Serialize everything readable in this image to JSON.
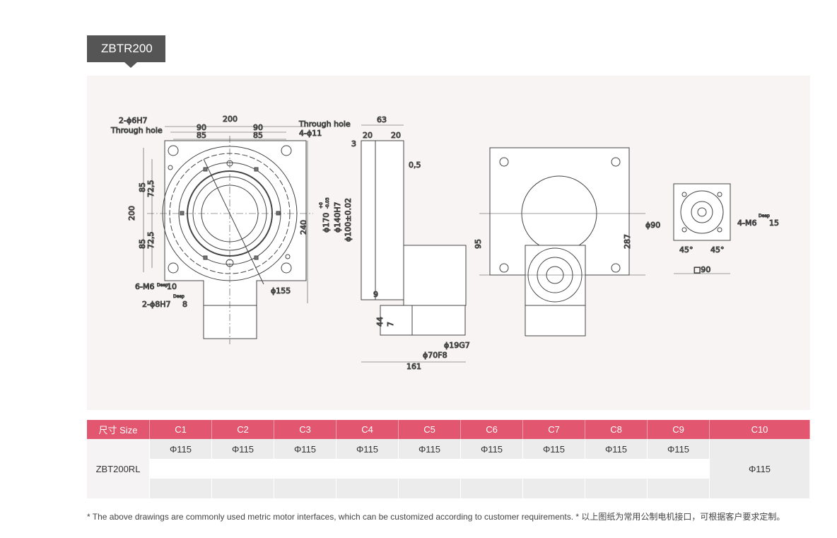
{
  "title": "ZBTR200",
  "drawing": {
    "front": {
      "d200_top": "200",
      "d90_l": "90",
      "d90_r": "90",
      "d85_l": "85",
      "d85_r": "85",
      "d200_left": "200",
      "d85_up": "85",
      "d725_up": "72,5",
      "d85_dn": "85",
      "d725_dn": "72,5",
      "d240": "240",
      "pin_holes": "2-ϕ6H7",
      "pin_through": "Through hole",
      "thru_label": "Through hole",
      "holes11": "4-ϕ11",
      "m6": "6-M6",
      "m6_deep": "Deep",
      "m6_depth": "10",
      "h8": "2-ϕ8H7",
      "h8_deep": "Deep",
      "h8_depth": "8",
      "d155": "ϕ155"
    },
    "side": {
      "d63": "63",
      "d20_l": "20",
      "d20_r": "20",
      "d3": "3",
      "d05": "0,5",
      "d170": "ϕ170",
      "d170_tol_up": "+0",
      "d170_tol_dn": "-0.03",
      "d140": "ϕ140H7",
      "d100": "ϕ100±0.02",
      "d9": "9",
      "d44": "44",
      "d7": "7",
      "d19": "ϕ19G7",
      "d70": "ϕ70F8",
      "d161": "161"
    },
    "back": {
      "d95": "95",
      "d287": "287"
    },
    "flange": {
      "d90": "ϕ90",
      "m6": "4-M6",
      "deep": "Deep",
      "depth": "15",
      "a1": "45°",
      "a2": "45°",
      "sq90": "□90"
    }
  },
  "table": {
    "header": [
      "尺寸 Size",
      "C1",
      "C2",
      "C3",
      "C4",
      "C5",
      "C6",
      "C7",
      "C8",
      "C9",
      "C10"
    ],
    "model": "ZBT200RL",
    "values": [
      "Φ115",
      "Φ115",
      "Φ115",
      "Φ115",
      "Φ115",
      "Φ115",
      "Φ115",
      "Φ115",
      "Φ115"
    ],
    "c10": "Φ115"
  },
  "footnote": "* The above drawings are commonly used metric motor interfaces, which can be customized according to customer requirements. *  以上图纸为常用公制电机接口，可根据客户要求定制。"
}
